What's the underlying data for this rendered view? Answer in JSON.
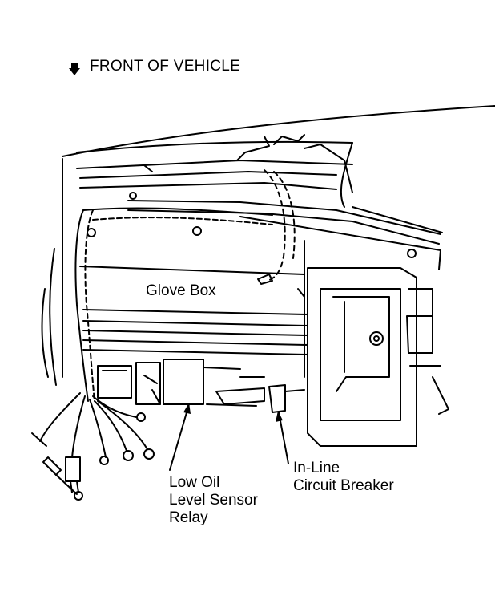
{
  "header": {
    "front_of_vehicle": "FRONT OF VEHICLE"
  },
  "labels": {
    "glove_box": "Glove Box",
    "relay": [
      "Low Oil",
      "Level Sensor",
      "Relay"
    ],
    "breaker": [
      "In-Line",
      "Circuit Breaker"
    ]
  },
  "icons": {
    "direction": "down-arrow-icon"
  },
  "colors": {
    "ink": "#000000",
    "paper": "#ffffff"
  }
}
